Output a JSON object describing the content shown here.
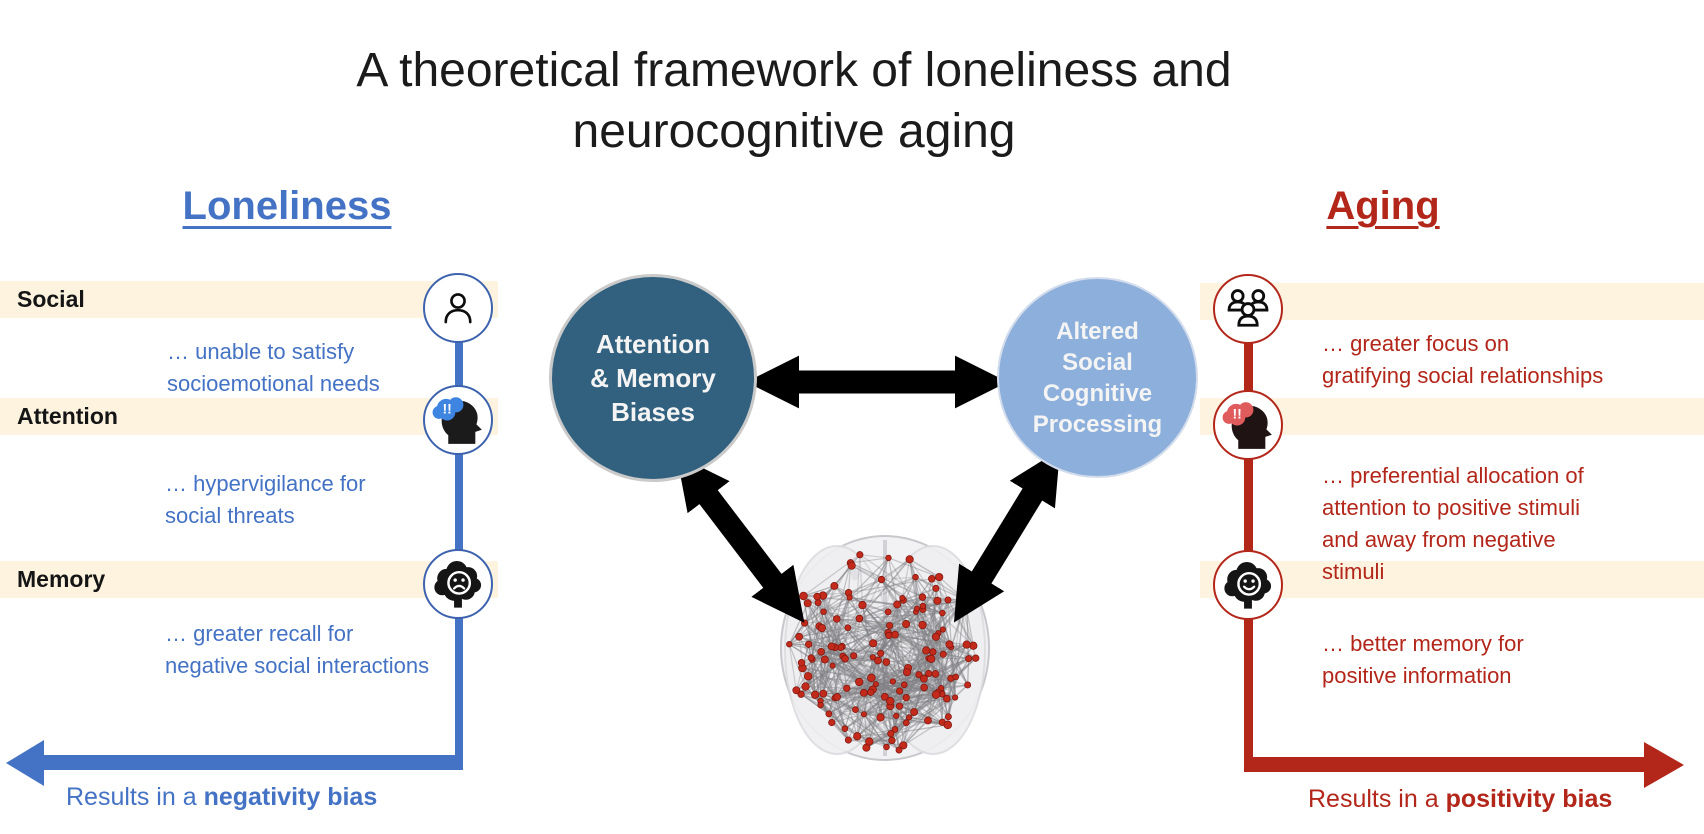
{
  "title": {
    "line1": "A theoretical framework of loneliness and",
    "line2": "neurocognitive aging"
  },
  "left": {
    "header": "Loneliness",
    "rows": [
      {
        "label": "Social",
        "icon": "person-icon",
        "description": "… unable to satisfy\nsocioemotional needs"
      },
      {
        "label": "Attention",
        "icon": "head-alert-icon",
        "description": "… hypervigilance for\nsocial threats"
      },
      {
        "label": "Memory",
        "icon": "sad-brain-icon",
        "description": "… greater recall for\nnegative social interactions"
      }
    ],
    "result_prefix": "Results in a ",
    "result_bold": "negativity bias"
  },
  "right": {
    "header": "Aging",
    "rows": [
      {
        "icon": "people-group-icon",
        "description": "… greater focus on\ngratifying social relationships"
      },
      {
        "icon": "head-alert-icon",
        "description": "… preferential allocation of\nattention to positive stimuli\nand away from negative\nstimuli"
      },
      {
        "icon": "happy-brain-icon",
        "description": "… better memory for\npositive information"
      }
    ],
    "result_prefix": "Results in a ",
    "result_bold": "positivity bias"
  },
  "center": {
    "left_node_label": "Attention\n& Memory\nBiases",
    "right_node_label": "Altered\nSocial\nCognitive\nProcessing",
    "brain_image": "brain-connectome"
  },
  "palette": {
    "loneliness_blue": "#4472C4",
    "aging_red": "#B3261A",
    "band_cream": "#FDF3DE",
    "node_dark_fill": "#31617F",
    "node_light_fill": "#8DAFDB",
    "arrow_black": "#000000",
    "connectome_node_red": "#C22A1C"
  }
}
